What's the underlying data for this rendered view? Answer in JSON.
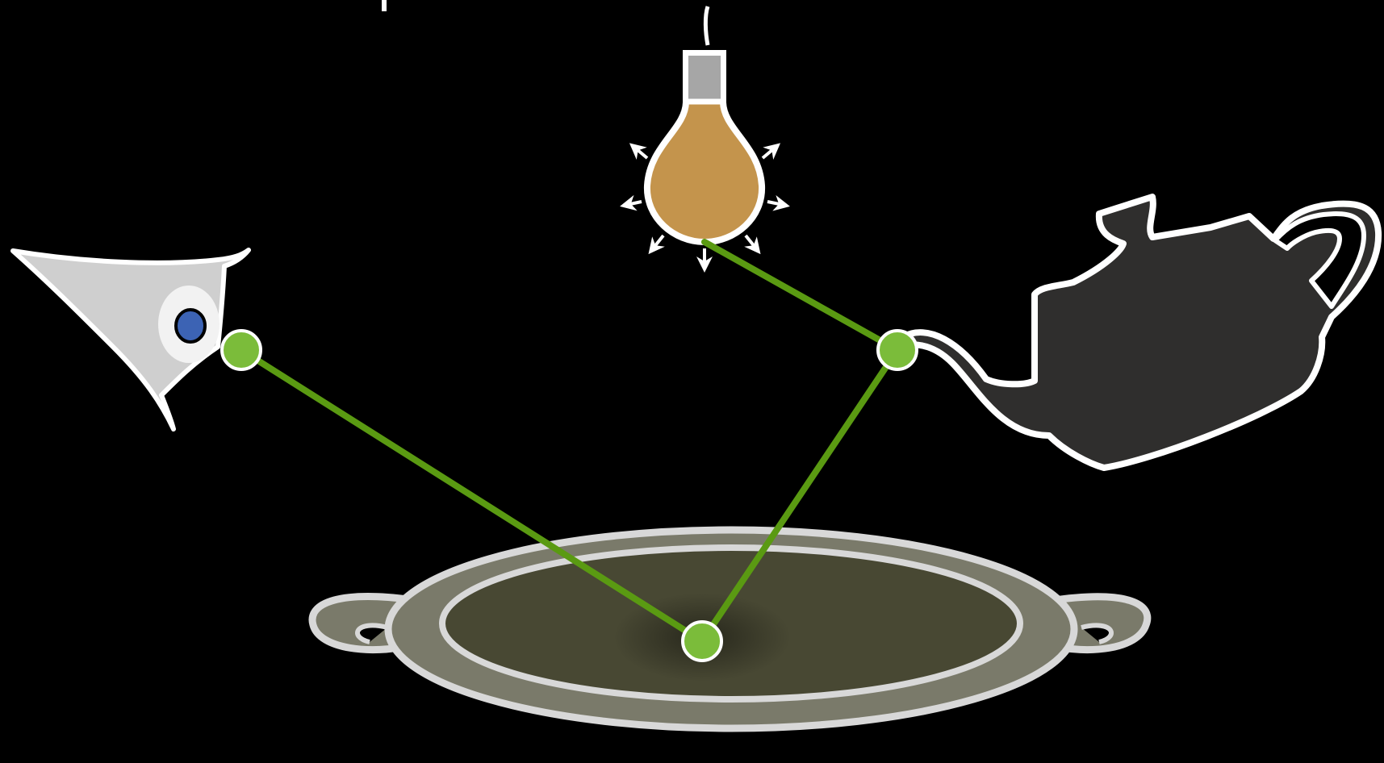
{
  "scene": {
    "background": "#000000",
    "objects": [
      {
        "id": "eye",
        "icon": "eye-icon"
      },
      {
        "id": "light",
        "icon": "light-bulb-icon"
      },
      {
        "id": "teapot",
        "icon": "teapot-icon"
      },
      {
        "id": "tray",
        "icon": "tray-icon"
      }
    ],
    "path": {
      "color": "#5a9a12",
      "vertex_color": "#7bbc3a",
      "vertex_stroke": "#ffffff",
      "vertices": [
        "eye",
        "tray",
        "teapot",
        "light"
      ]
    },
    "colors": {
      "bulb": "#c4944c",
      "bulb_base": "#a6a6a6",
      "teapot": "#2f2e2d",
      "tray_rim": "#7a7a6a",
      "tray_inner": "#484833",
      "eye_body": "#cfcfcf",
      "pupil": "#3c63b4",
      "outline": "#ffffff"
    }
  }
}
